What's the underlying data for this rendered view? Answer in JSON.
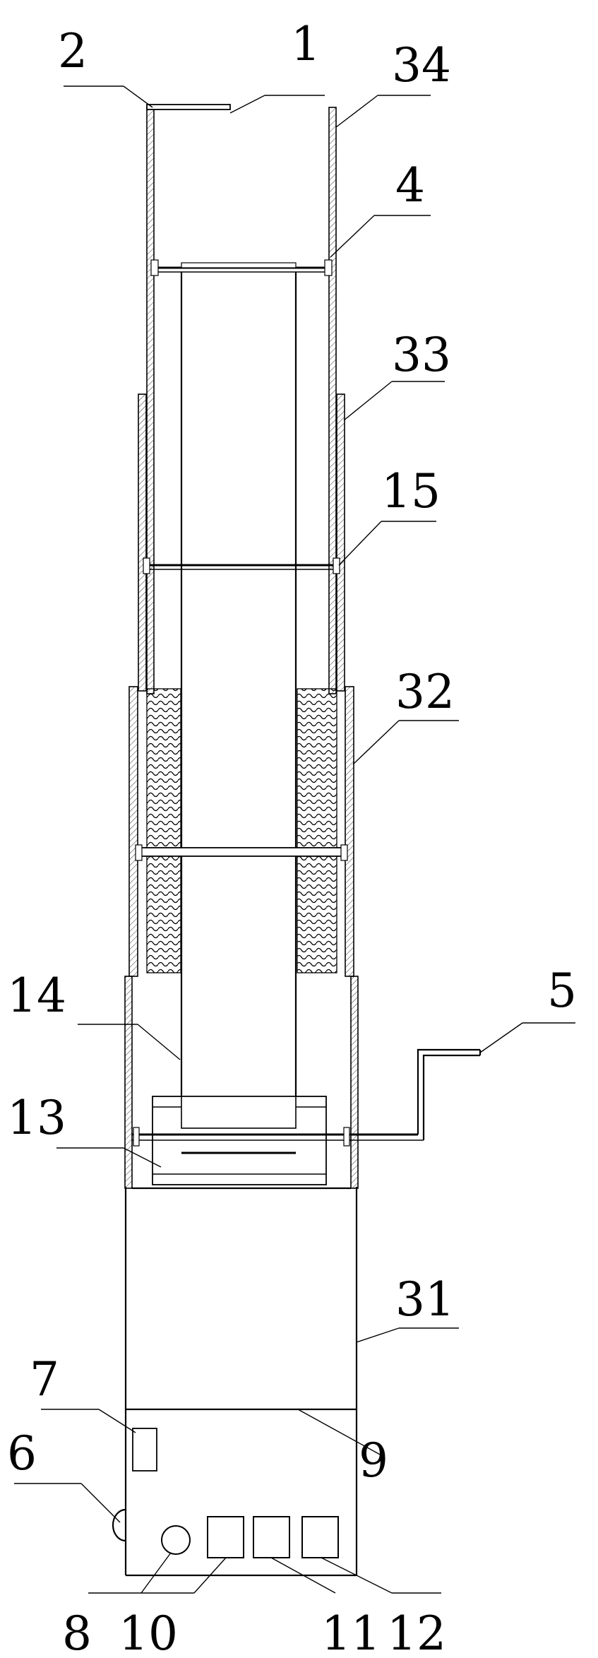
{
  "labels": {
    "l1": "1",
    "l2": "2",
    "l34": "34",
    "l4": "4",
    "l33": "33",
    "l15": "15",
    "l32": "32",
    "l5": "5",
    "l14": "14",
    "l13": "13",
    "l31": "31",
    "l7": "7",
    "l9": "9",
    "l6": "6",
    "l8": "8",
    "l10": "10",
    "l11": "11",
    "l12": "12"
  },
  "colors": {
    "line": "#000000",
    "background": "#ffffff"
  }
}
